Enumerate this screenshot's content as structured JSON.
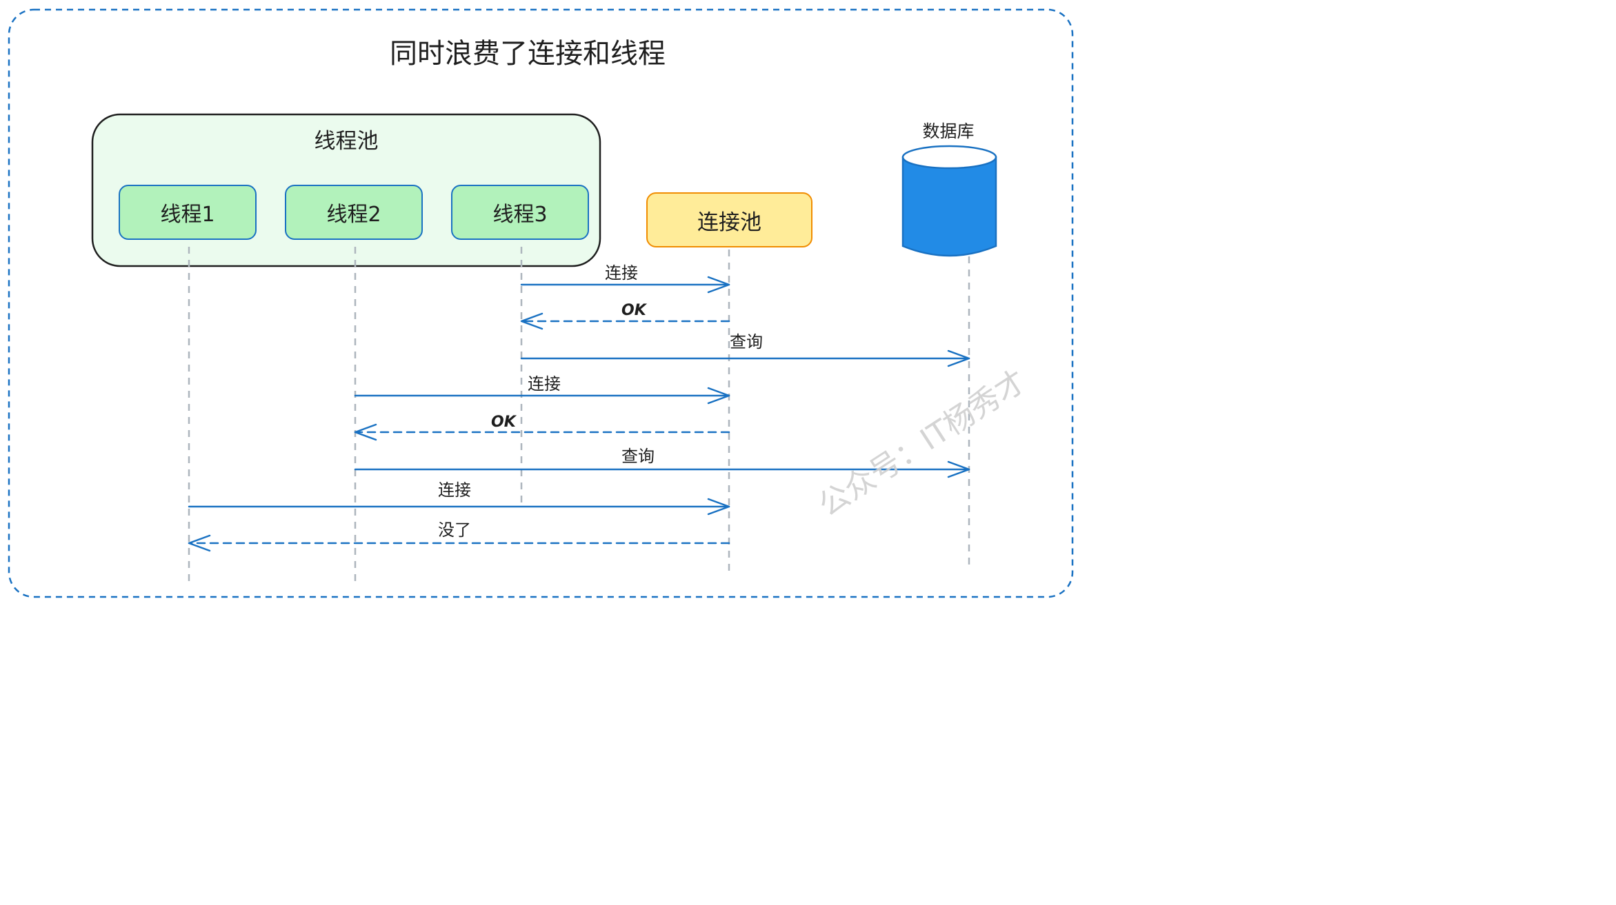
{
  "title": "同时浪费了连接和线程",
  "thread_pool": {
    "label": "线程池",
    "threads": [
      "线程1",
      "线程2",
      "线程3"
    ]
  },
  "connection_pool": {
    "label": "连接池"
  },
  "database": {
    "label": "数据库"
  },
  "messages": {
    "m1": "连接",
    "m2": "OK",
    "m3": "查询",
    "m4": "连接",
    "m5": "OK",
    "m6": "查询",
    "m7": "连接",
    "m8": "没了"
  },
  "watermark": "公众号：IT杨秀才",
  "colors": {
    "frame": "#1971c2",
    "arrow": "#1971c2",
    "lifeline": "#adb5bd",
    "thread_pool_fill": "#ebfbee",
    "thread_fill": "#b2f2bb",
    "conn_fill": "#ffec99",
    "conn_border": "#f08c00",
    "db_fill": "#228be6"
  }
}
